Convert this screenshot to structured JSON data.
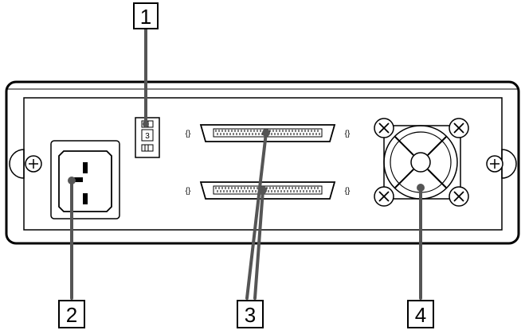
{
  "callouts": [
    {
      "number": "1",
      "part": "scsi-id-switch"
    },
    {
      "number": "2",
      "part": "ac-power-inlet"
    },
    {
      "number": "3",
      "part": "scsi-connectors"
    },
    {
      "number": "4",
      "part": "cooling-fan"
    }
  ],
  "id_switch": {
    "digit": "3"
  },
  "colors": {
    "line": "#000000",
    "leader": "#555555",
    "background": "#ffffff"
  }
}
